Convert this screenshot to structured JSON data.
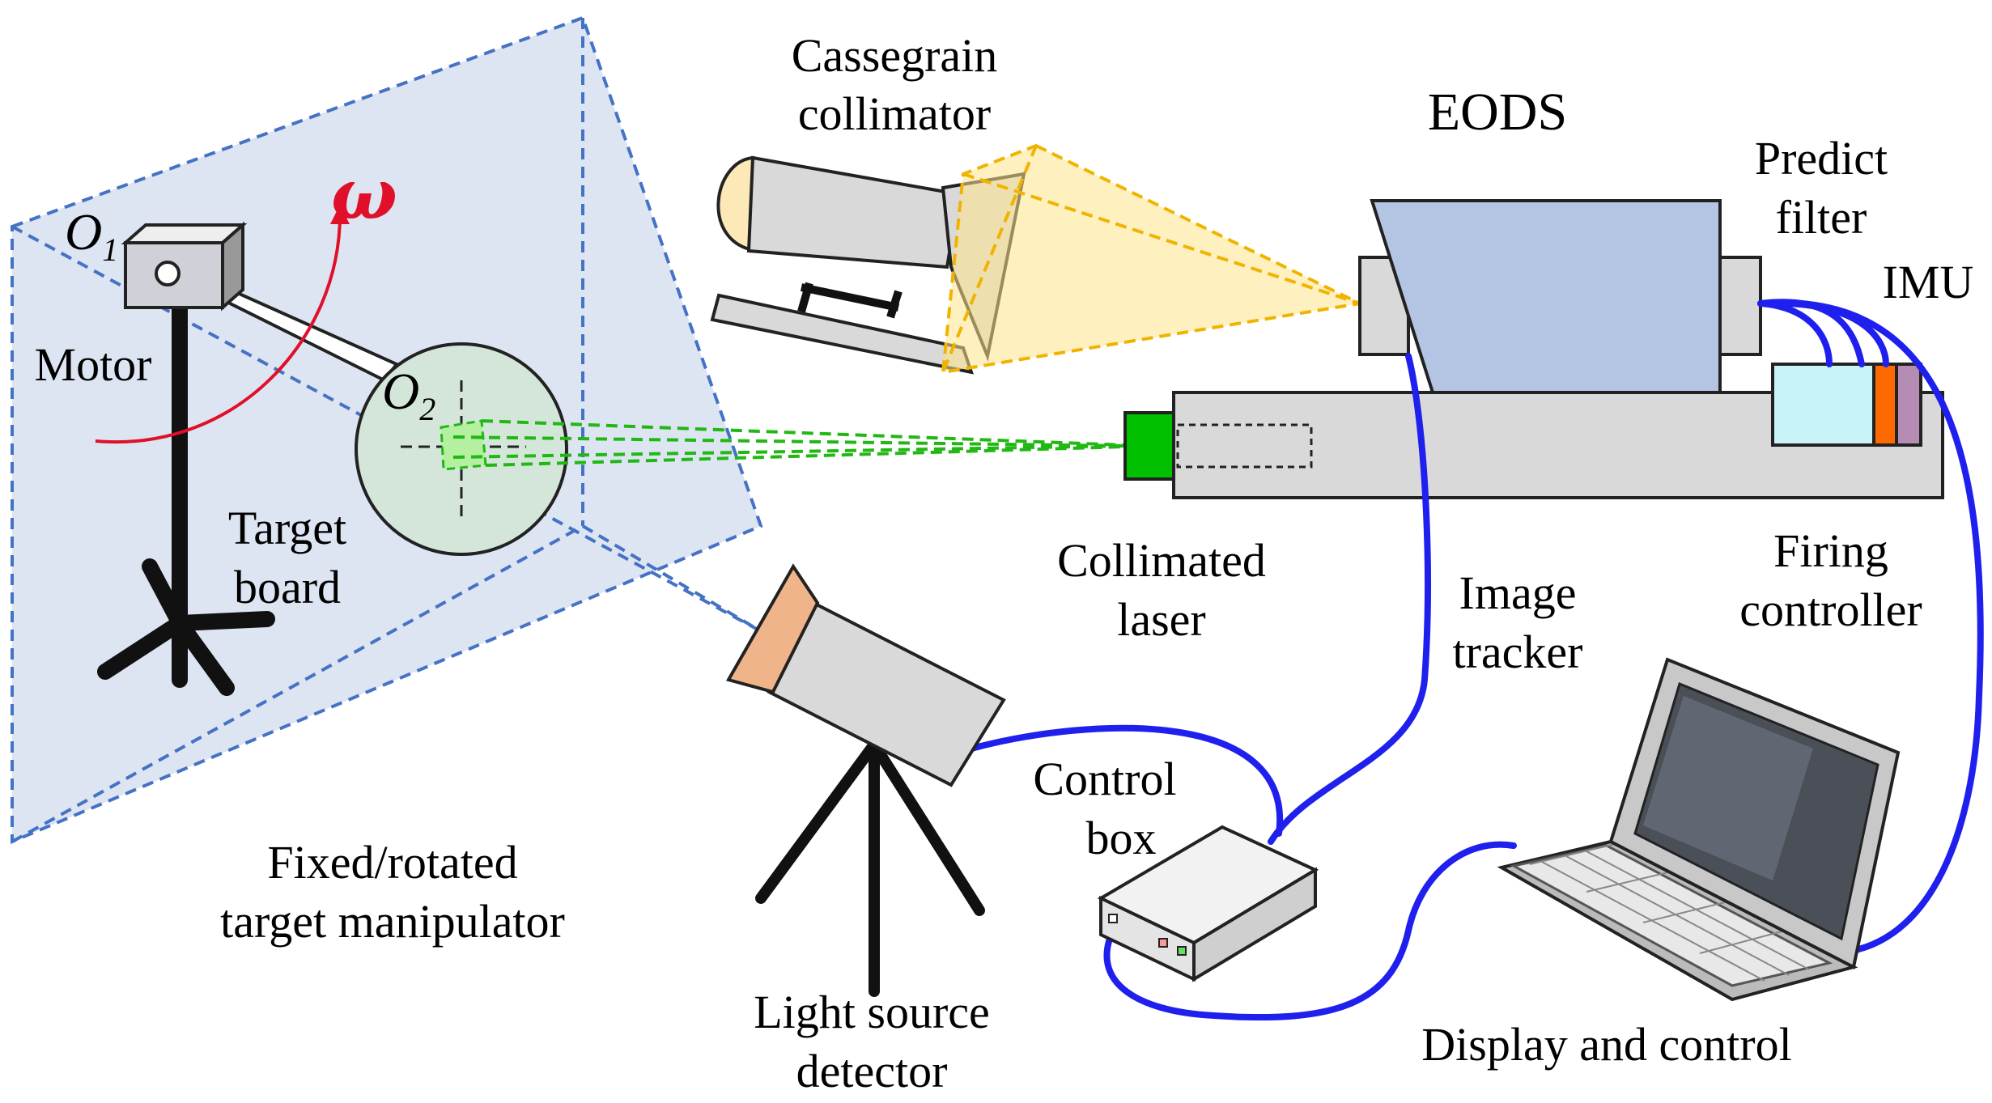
{
  "labels": {
    "cassegrain_line1": "Cassegrain",
    "cassegrain_line2": "collimator",
    "eods": "EODS",
    "predict_line1": "Predict",
    "predict_line2": "filter",
    "imu": "IMU",
    "motor": "Motor",
    "target_line1": "Target",
    "target_line2": "board",
    "o1": "O",
    "o1_sub": "1",
    "o2": "O",
    "o2_sub": "2",
    "omega": "ω",
    "collimated_line1": "Collimated",
    "collimated_line2": "laser",
    "image_line1": "Image",
    "image_line2": "tracker",
    "firing_line1": "Firing",
    "firing_line2": "controller",
    "control_line1": "Control",
    "control_line2": "box",
    "manipulator_line1": "Fixed/rotated",
    "manipulator_line2": "target manipulator",
    "light_line1": "Light source",
    "light_line2": "detector",
    "display": "Display and control"
  },
  "colors": {
    "plane_fill": "#dde4f2",
    "plane_edge": "#4472c4",
    "laser_green": "#22b814",
    "laser_source": "#00c000",
    "cable_blue": "#2020ee",
    "omega_red": "#e0102a",
    "eods_body": "#b4c5e4",
    "rail_grey": "#d9d9d9",
    "light_cone": "#ffe38a",
    "cone_edge": "#f0b400",
    "detector_head": "#f0b48a",
    "filter_cyan": "#c8f4f8",
    "filter_orange": "#ff6a00",
    "filter_purple": "#b48cb4",
    "target_board": "#d4e6da"
  }
}
